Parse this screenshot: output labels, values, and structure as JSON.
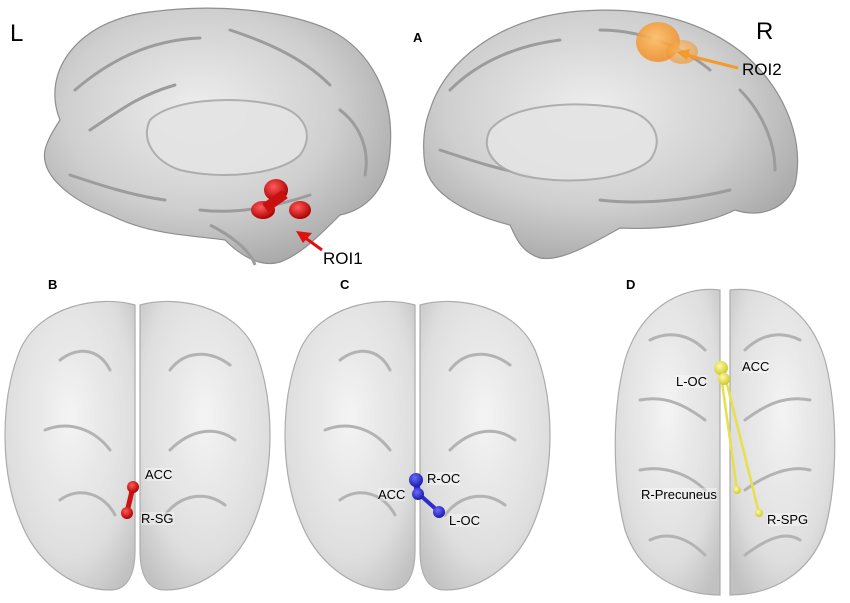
{
  "labels": {
    "left_side": "L",
    "right_side": "R",
    "panel_a": "A",
    "panel_b": "B",
    "panel_c": "C",
    "panel_d": "D",
    "roi1": "ROI1",
    "roi2": "ROI2"
  },
  "panel_b": {
    "node_top": "ACC",
    "node_bottom": "R-SG"
  },
  "panel_c": {
    "node_right": "R-OC",
    "node_left": "ACC",
    "node_bottom": "L-OC"
  },
  "panel_d": {
    "node_left": "L-OC",
    "node_top": "ACC",
    "node_mid": "R-Precuneus",
    "node_bottom": "R-SPG"
  },
  "colors": {
    "brain": "#c9c9c9",
    "brain_dark": "#9a9a9a",
    "roi1": "#e01010",
    "roi2": "#f39a2c",
    "panel_b_nodes": "#cc1111",
    "panel_c_nodes": "#2b2bd0",
    "panel_d_nodes": "#e6e04a"
  }
}
